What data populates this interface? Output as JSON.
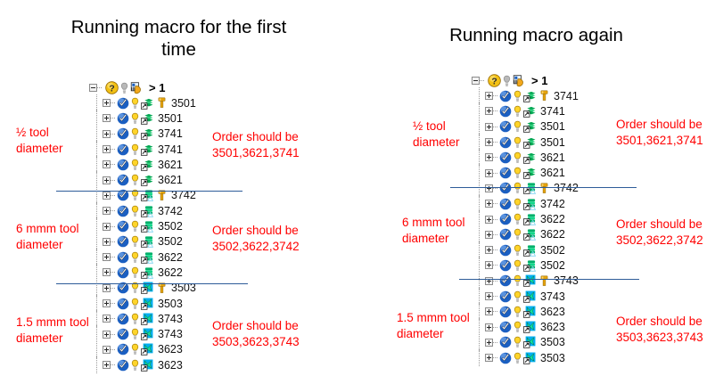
{
  "colors": {
    "annotation_red": "#FF0000",
    "separator_blue": "#2E5C99",
    "check_blue": "#1B5FC1",
    "bulb_yellow": "#FFD42A",
    "op_green": "#00A651",
    "op_teal": "#00C08B",
    "op_cyan": "#00B0F0",
    "tool_gold": "#E8A50C",
    "background": "#FFFFFF"
  },
  "panels": [
    {
      "title": "Running macro for the first time",
      "root": {
        "expander": "minus",
        "help_icon": "question-icon",
        "bulb_icon": "bulb-grey-icon",
        "hand_icon": "hand-pointer-icon",
        "label": "> 1"
      },
      "groups": [
        {
          "note": "½ tool\ndiameter",
          "order_note": "Order should be\n3501,3621,3741",
          "op_icon": "operation-green-stack-icon",
          "rows": [
            {
              "label": "3501",
              "tool": true
            },
            {
              "label": "3501",
              "tool": false
            },
            {
              "label": "3741",
              "tool": false
            },
            {
              "label": "3741",
              "tool": false
            },
            {
              "label": "3621",
              "tool": false
            },
            {
              "label": "3621",
              "tool": false
            }
          ]
        },
        {
          "note": "6 mmm tool\ndiameter",
          "order_note": "Order should be\n3502,3622,3742",
          "op_icon": "operation-green-cylinder-icon",
          "rows": [
            {
              "label": "3742",
              "tool": true
            },
            {
              "label": "3742",
              "tool": false
            },
            {
              "label": "3502",
              "tool": false
            },
            {
              "label": "3502",
              "tool": false
            },
            {
              "label": "3622",
              "tool": false
            },
            {
              "label": "3622",
              "tool": false
            }
          ]
        },
        {
          "note": "1.5 mmm tool\ndiameter",
          "order_note": "Order should be\n3503,3623,3743",
          "op_icon": "operation-cyan-star-icon",
          "rows": [
            {
              "label": "3503",
              "tool": true
            },
            {
              "label": "3503",
              "tool": false
            },
            {
              "label": "3743",
              "tool": false
            },
            {
              "label": "3743",
              "tool": false
            },
            {
              "label": "3623",
              "tool": false
            },
            {
              "label": "3623",
              "tool": false
            }
          ]
        }
      ]
    },
    {
      "title": "Running macro again",
      "root": {
        "expander": "minus",
        "help_icon": "question-icon",
        "bulb_icon": "bulb-grey-icon",
        "hand_icon": "hand-pointer-icon",
        "label": "> 1"
      },
      "groups": [
        {
          "note": "½ tool\ndiameter",
          "order_note": "Order should be\n3501,3621,3741",
          "op_icon": "operation-green-stack-icon",
          "rows": [
            {
              "label": "3741",
              "tool": true
            },
            {
              "label": "3741",
              "tool": false
            },
            {
              "label": "3501",
              "tool": false
            },
            {
              "label": "3501",
              "tool": false
            },
            {
              "label": "3621",
              "tool": false
            },
            {
              "label": "3621",
              "tool": false
            }
          ]
        },
        {
          "note": "6 mmm tool\ndiameter",
          "order_note": "Order should be\n3502,3622,3742",
          "op_icon": "operation-green-cylinder-icon",
          "rows": [
            {
              "label": "3742",
              "tool": true
            },
            {
              "label": "3742",
              "tool": false
            },
            {
              "label": "3622",
              "tool": false
            },
            {
              "label": "3622",
              "tool": false
            },
            {
              "label": "3502",
              "tool": false
            },
            {
              "label": "3502",
              "tool": false
            }
          ]
        },
        {
          "note": "1.5 mmm tool\ndiameter",
          "order_note": "Order should be\n3503,3623,3743",
          "op_icon": "operation-cyan-star-icon",
          "rows": [
            {
              "label": "3743",
              "tool": true
            },
            {
              "label": "3743",
              "tool": false
            },
            {
              "label": "3623",
              "tool": false
            },
            {
              "label": "3623",
              "tool": false
            },
            {
              "label": "3503",
              "tool": false
            },
            {
              "label": "3503",
              "tool": false
            }
          ]
        }
      ]
    }
  ]
}
